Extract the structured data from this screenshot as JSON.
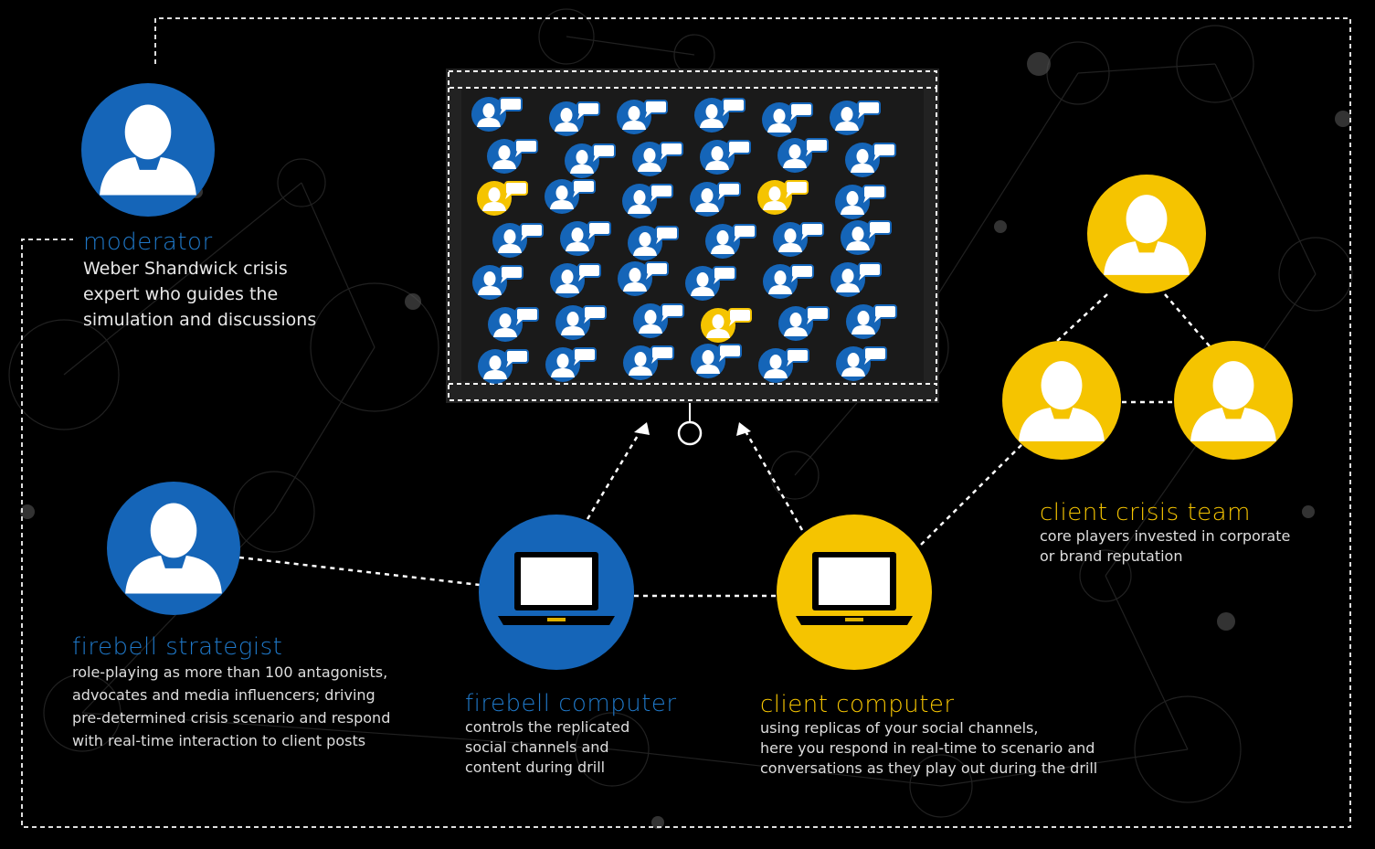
{
  "colors": {
    "blue": "#1565b8",
    "yellow": "#f5c400",
    "background": "#000000",
    "line": "#ffffff",
    "screen": "#222222"
  },
  "moderator": {
    "title": "moderator",
    "desc": [
      "Weber Shandwick crisis",
      "expert who guides the",
      "simulation and discussions"
    ]
  },
  "strategist": {
    "title": "firebell strategist",
    "desc": [
      "role-playing as more than 100 antagonists,",
      "advocates  and media influencers; driving",
      "pre-determined crisis scenario and respond",
      "with real-time interaction to client posts"
    ]
  },
  "firebell_computer": {
    "title": "firebell computer",
    "desc": [
      "controls the replicated",
      "social channels and",
      "content during drill"
    ]
  },
  "client_computer": {
    "title": "client computer",
    "desc": [
      "using replicas of your social channels,",
      "here you respond in real-time to scenario and",
      "conversations as they play out during the drill"
    ]
  },
  "crisis_team": {
    "title": "client crisis team",
    "desc": [
      "core players invested in corporate",
      "or brand reputation"
    ]
  },
  "screen": {
    "avatar_rows": [
      [
        "blue",
        "blue",
        "blue",
        "blue",
        "blue",
        "blue"
      ],
      [
        "blue",
        "blue",
        "blue",
        "blue",
        "blue",
        "blue"
      ],
      [
        "yellow",
        "blue",
        "blue",
        "blue",
        "yellow",
        "blue"
      ],
      [
        "blue",
        "blue",
        "blue",
        "blue",
        "blue",
        "blue"
      ],
      [
        "blue",
        "blue",
        "blue",
        "blue",
        "blue",
        "blue"
      ],
      [
        "blue",
        "blue",
        "blue",
        "yellow",
        "blue",
        "blue"
      ],
      [
        "blue",
        "blue",
        "blue",
        "blue",
        "blue",
        "blue"
      ]
    ]
  }
}
